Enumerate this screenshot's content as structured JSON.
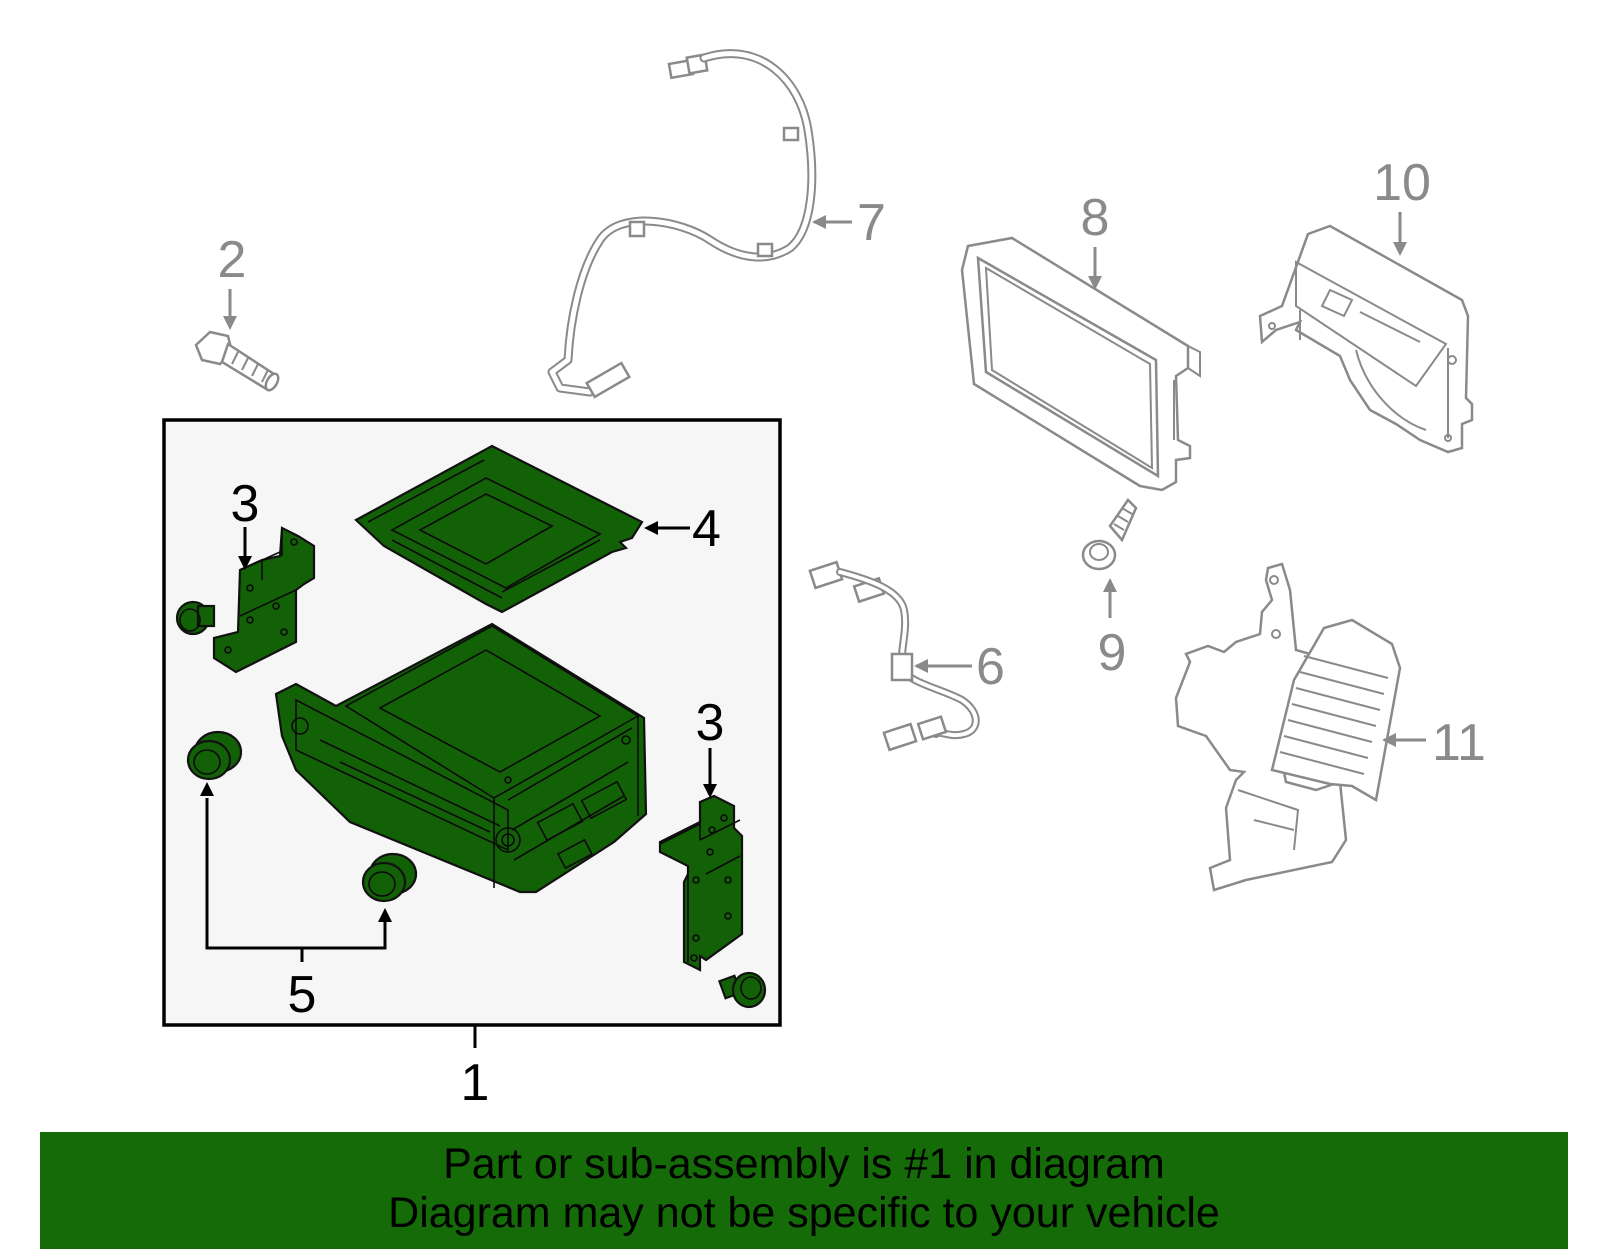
{
  "callouts": {
    "c1": "1",
    "c2": "2",
    "c3a": "3",
    "c3b": "3",
    "c4": "4",
    "c5": "5",
    "c6": "6",
    "c7": "7",
    "c8": "8",
    "c9": "9",
    "c10": "10",
    "c11": "11"
  },
  "banner": {
    "line1": "Part or sub-assembly is #1 in diagram",
    "line2": "Diagram may not be specific to your vehicle"
  },
  "colors": {
    "highlight_green": "#136106",
    "banner_green": "#146b07",
    "secondary_gray": "#8a8a8a",
    "box_fill": "#f6f6f6"
  },
  "icons": [
    "bolt-icon",
    "bracket-icon",
    "tray-icon",
    "knob-icon",
    "grommet-icon",
    "head-unit-icon",
    "wiring-harness-icon",
    "display-monitor-icon",
    "screw-icon",
    "navigation-module-icon",
    "amplifier-bracket-icon"
  ]
}
